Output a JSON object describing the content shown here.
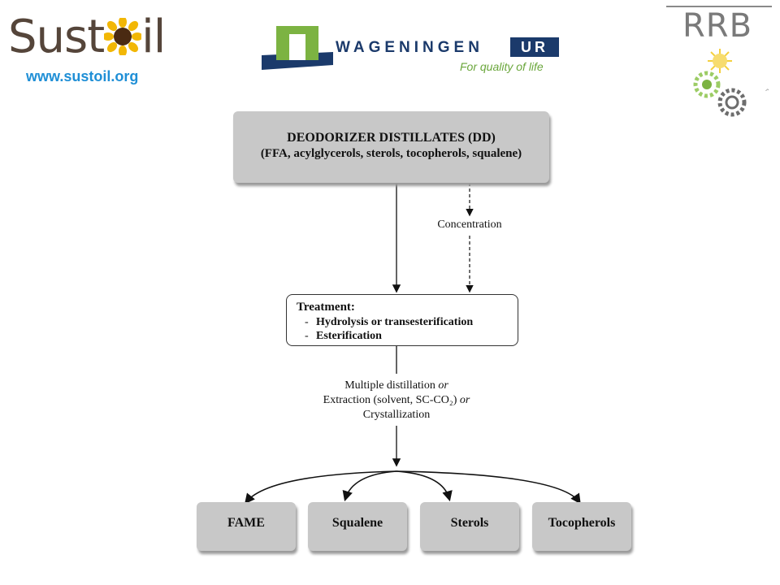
{
  "header": {
    "sustoil_logo_left": "Sust",
    "sustoil_logo_right": "il",
    "sustoil_url": "www.sustoil.org",
    "wur_name": "WAGENINGEN",
    "wur_ur": "UR",
    "wur_tagline": "For quality of life",
    "rrb_logo": "RRB"
  },
  "diagram": {
    "source": {
      "title": "DEODORIZER DISTILLATES (DD)",
      "subtitle": "(FFA, acylglycerols, sterols, tocopherols, squalene)"
    },
    "concentration_label": "Concentration",
    "treatment": {
      "title": "Treatment:",
      "items": [
        "Hydrolysis or transesterification",
        "Esterification"
      ]
    },
    "separation": {
      "line1_main": "Multiple distillation",
      "line1_or": "or",
      "line2_main": "Extraction (solvent, SC-CO₂)",
      "line2_or": "or",
      "line3": "Crystallization"
    },
    "products": [
      "FAME",
      "Squalene",
      "Sterols",
      "Tocopherols"
    ]
  },
  "colors": {
    "box_gray": "#c8c8c8",
    "url_blue": "#1f8fd6",
    "wur_navy": "#1b3a6b",
    "wur_green": "#6aa63b",
    "sunflower_yellow": "#f2b705"
  }
}
